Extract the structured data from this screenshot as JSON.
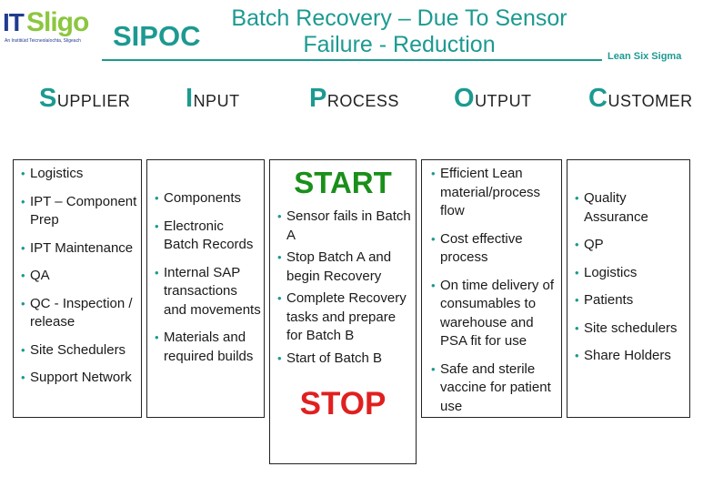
{
  "logo": {
    "it": "IT",
    "sligo": "Sligo",
    "tagline": "An Institiúid Teicneolaíochta, Sligeach"
  },
  "header": {
    "sipoc": "SIPOC",
    "title_line1": "Batch Recovery – Due To Sensor",
    "title_line2": "Failure - Reduction",
    "lean_six_sigma": "Lean Six Sigma"
  },
  "columns": [
    {
      "first": "S",
      "rest": "UPPLIER"
    },
    {
      "first": "I",
      "rest": "NPUT"
    },
    {
      "first": "P",
      "rest": "ROCESS"
    },
    {
      "first": "O",
      "rest": "UTPUT"
    },
    {
      "first": "C",
      "rest": "USTOMER"
    }
  ],
  "supplier": [
    "Logistics",
    "IPT – Component Prep",
    "IPT Maintenance",
    "QA",
    "QC - Inspection / release",
    "Site Schedulers",
    "Support Network"
  ],
  "input": [
    "Components",
    "Electronic Batch Records",
    "Internal SAP transactions and movements",
    "Materials and required builds"
  ],
  "process": {
    "start": "START",
    "steps": [
      "Sensor fails in Batch A",
      "Stop Batch A and begin Recovery",
      "Complete Recovery tasks and prepare for Batch B",
      "Start of Batch B"
    ],
    "stop": "STOP"
  },
  "output": [
    "Efficient Lean material/process flow",
    "Cost effective process",
    "On time delivery of consumables to warehouse and PSA fit for use",
    "Safe and sterile vaccine for patient use"
  ],
  "customer": [
    "Quality Assurance",
    "QP",
    "Logistics",
    "Patients",
    "Site schedulers",
    "Share Holders"
  ],
  "colors": {
    "teal": "#1c9a91",
    "start_green": "#1a8f1a",
    "stop_red": "#e02020",
    "logo_blue": "#1f3c8f",
    "logo_green": "#8cc63f"
  }
}
